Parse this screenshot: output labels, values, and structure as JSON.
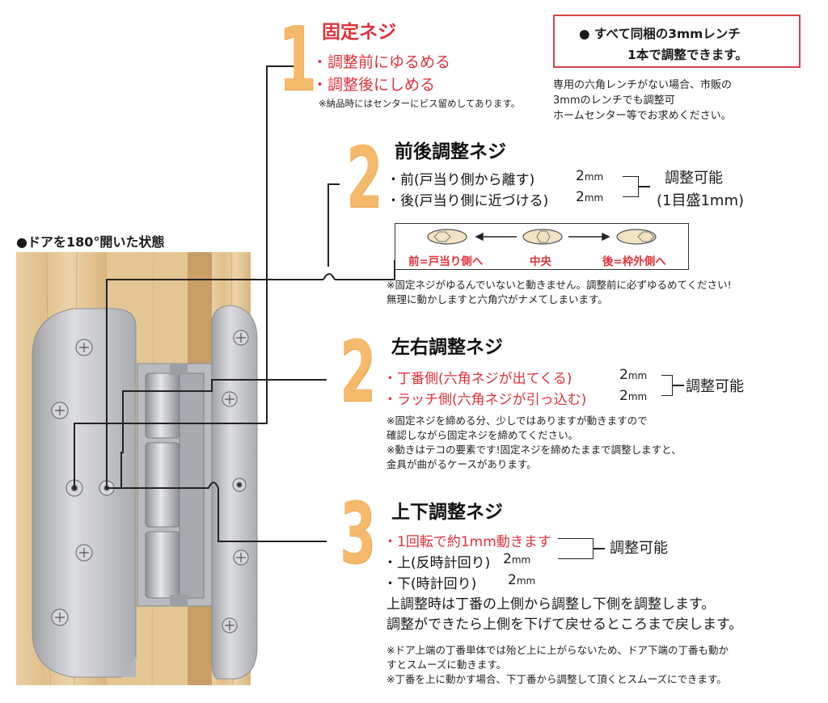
{
  "door_state": "●ドアを180°開いた状態",
  "wrench_box": {
    "line1": "● すべて同梱の3mmレンチ",
    "line2": "1本で調整できます。"
  },
  "wrench_note": [
    "専用の六角レンチがない場合、市販の",
    "3mmのレンチでも調整可",
    "ホームセンター等でお求めください。"
  ],
  "s1": {
    "num": "1",
    "title": "固定ネジ",
    "items": [
      "・調整前にゆるめる",
      "・調整後にしめる"
    ],
    "note": "※納品時にはセンターにビス留めしてあります。"
  },
  "s2": {
    "num": "2",
    "title": "前後調整ネジ",
    "item1": "・前(戸当り側から離す)",
    "item2": "・後(戸当り側に近づける)",
    "mm1": "2",
    "mm2": "2",
    "unit": "mm",
    "adj": "調整可能",
    "adj_sub": "(1目盛1mm)",
    "diagram": {
      "front": "前=戸当り側へ",
      "center": "中央",
      "back": "後=枠外側へ"
    },
    "notes": [
      "※固定ネジがゆるんでいないと動きません。調整前に必ずゆるめてください!",
      "無理に動かしますと六角穴がナメてしまいます。"
    ]
  },
  "s3": {
    "num": "2",
    "title": "左右調整ネジ",
    "item1": "・丁番側(六角ネジが出てくる)",
    "item2": "・ラッチ側(六角ネジが引っ込む)",
    "mm1": "2",
    "mm2": "2",
    "unit": "mm",
    "adj": "調整可能",
    "notes": [
      "※固定ネジを締める分、少しではありますが動きますので",
      "確認しながら固定ネジを締めてください。",
      "※動きはテコの要素です!固定ネジを締めたままで調整しますと、",
      "金具が曲がるケースがあります。"
    ]
  },
  "s4": {
    "num": "3",
    "title": "上下調整ネジ",
    "item_red": "・1回転で約1mm動きます",
    "item1": "・上(反時計回り)",
    "item2": "・下(時計回り)",
    "mm1": "2",
    "mm2": "2",
    "unit": "mm",
    "adj": "調整可能",
    "instructions": [
      "上調整時は丁番の上側から調整し下側を調整します。",
      "調整ができたら上側を下げて戻せるところまで戻します。"
    ],
    "notes": [
      "※ドア上端の丁番単体では殆ど上に上がらないため、ドア下端の丁番も動か",
      "すとスムーズに動きます。",
      "※丁番を上に動かす場合、下丁番から調整して頂くとスムーズにできます。"
    ]
  },
  "colors": {
    "number": "#f4b96a",
    "red": "#e0323a",
    "wood": "#e6c79a",
    "metal": "#c8c8c8"
  }
}
